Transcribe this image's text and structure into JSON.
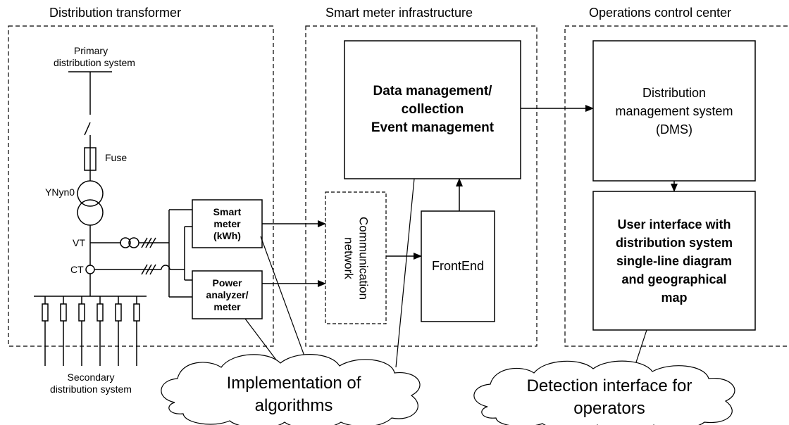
{
  "sections": {
    "transformer": {
      "title": "Distribution transformer"
    },
    "smart_meter": {
      "title": "Smart meter infrastructure"
    },
    "control_center": {
      "title": "Operations control center"
    }
  },
  "labels": {
    "primary_line1": "Primary",
    "primary_line2": "distribution system",
    "fuse": "Fuse",
    "transformer_group": "YNyn0",
    "vt": "VT",
    "ct": "CT",
    "secondary_line1": "Secondary",
    "secondary_line2": "distribution system"
  },
  "boxes": {
    "smart_meter": {
      "line1": "Smart",
      "line2": "meter",
      "line3": "(kWh)"
    },
    "power_analyzer": {
      "line1": "Power",
      "line2": "analyzer/",
      "line3": "meter"
    },
    "communication": {
      "line1": "Communication",
      "line2": "network"
    },
    "frontend": {
      "label": "FrontEnd"
    },
    "data_mgmt": {
      "line1": "Data management/",
      "line2": "collection",
      "line3": "Event management"
    },
    "dms": {
      "line1": "Distribution",
      "line2": "management system",
      "line3": "(DMS)"
    },
    "ui": {
      "line1": "User interface with",
      "line2": "distribution system",
      "line3": "single-line diagram",
      "line4": "and geographical",
      "line5": "map"
    }
  },
  "clouds": {
    "algorithms": {
      "line1": "Implementation of",
      "line2": "algorithms"
    },
    "detection": {
      "line1": "Detection interface for",
      "line2": "operators"
    }
  }
}
